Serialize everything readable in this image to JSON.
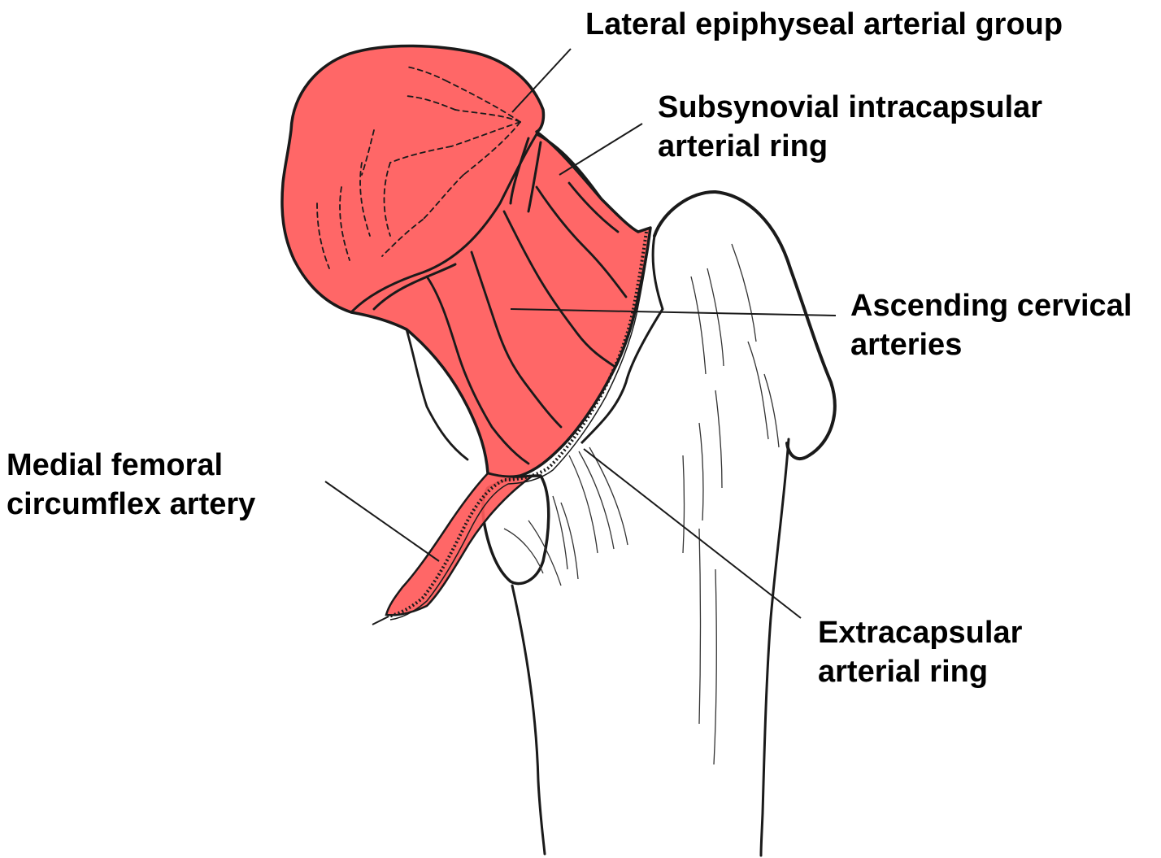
{
  "colors": {
    "overlay": "#ff5a5a",
    "line": "#1a1a1a",
    "text": "#000000",
    "background": "#ffffff"
  },
  "labels": {
    "lateral_epiphyseal": [
      "Lateral epiphyseal arterial group"
    ],
    "subsynovial": [
      "Subsynovial intracapsular",
      "arterial ring"
    ],
    "ascending_cervical": [
      "Ascending cervical",
      "arteries"
    ],
    "medial_femoral": [
      "Medial femoral",
      "circumflex artery"
    ],
    "extracapsular": [
      "Extracapsular",
      "arterial ring"
    ]
  }
}
